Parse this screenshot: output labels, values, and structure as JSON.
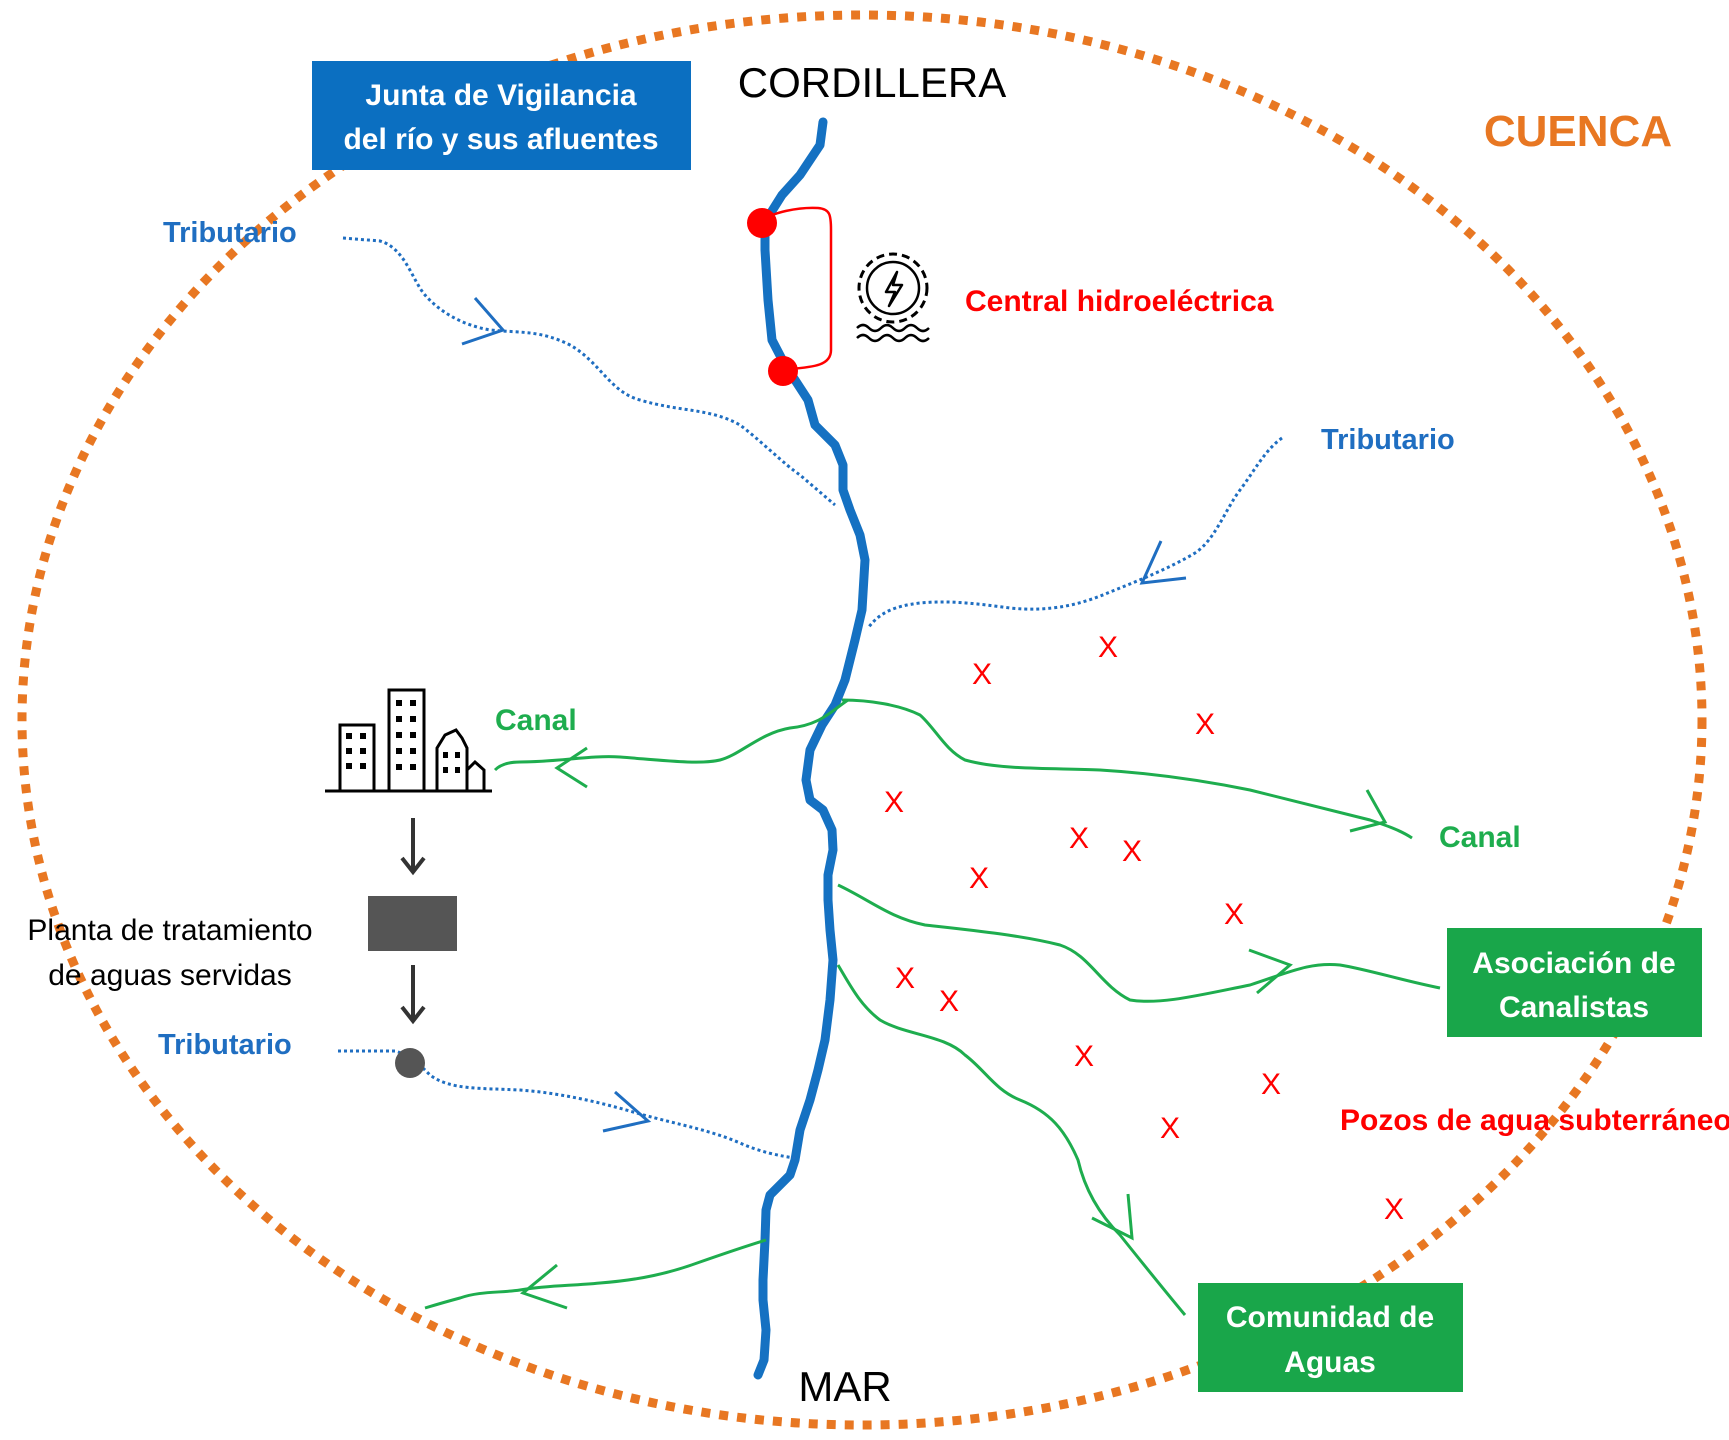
{
  "colors": {
    "river": "#1571C2",
    "tributary": "#1F6EC1",
    "canal": "#1EAD4E",
    "basin": "#E87722",
    "hydro": "#FF0000",
    "well": "#FF0000",
    "junta_box": "#0B6FC1",
    "green_box": "#19A64A",
    "plant": "#555555"
  },
  "labels": {
    "cordillera": "CORDILLERA",
    "mar": "MAR",
    "cuenca": "CUENCA",
    "junta_line1": "Junta de Vigilancia",
    "junta_line2": "del río y sus afluentes",
    "central": "Central hidroeléctrica",
    "tributario": "Tributario",
    "canal": "Canal",
    "planta_line1": "Planta de tratamiento",
    "planta_line2": "de aguas servidas",
    "asociacion_line1": "Asociación de",
    "asociacion_line2": "Canalistas",
    "comunidad_line1": "Comunidad de",
    "comunidad_line2": "Aguas",
    "pozos": "Pozos de agua  subterráneos",
    "well_mark": "X"
  },
  "icons": [
    "city-buildings-icon",
    "hydro-turbine-icon",
    "down-arrow-icon"
  ]
}
